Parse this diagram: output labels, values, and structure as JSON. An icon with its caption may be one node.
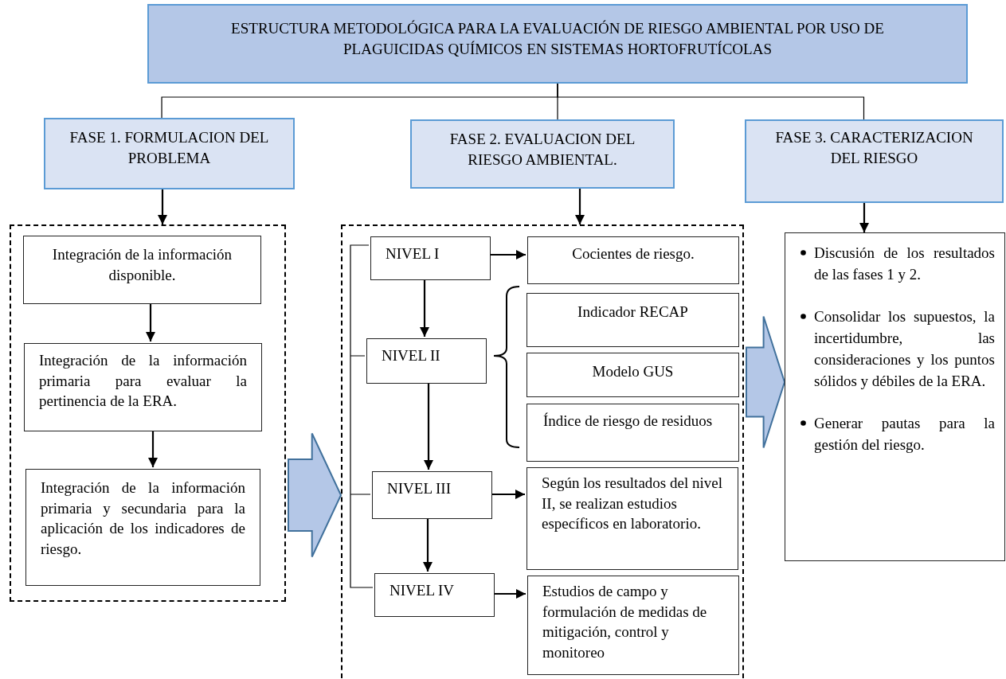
{
  "diagram": {
    "nodes": [
      {
        "text": [
          "ESTRUCTURA METODOLÓGICA PARA LA EVALUACIÓN DE RIESGO AMBIENTAL POR USO DE PLAGUICIDAS QUÍMICOS EN SISTEMAS HORTOFRUTÍCOLAS"
        ]
      },
      {
        "text": [
          "FASE 1. FORMULACION DEL PROBLEMA"
        ]
      },
      {
        "text": [
          "FASE 2. EVALUACION DEL RIESGO AMBIENTAL."
        ]
      },
      {
        "text": [
          "FASE 3. CARACTERIZACION DEL RIESGO"
        ]
      },
      {
        "text": [],
        "shape": "box"
      },
      {
        "text": [
          "Integración de la información disponible."
        ],
        "in": 4
      },
      {
        "text": [
          "Integración de la información primaria para evaluar la pertinencia de la ERA."
        ],
        "in": 4
      },
      {
        "text": [
          "Integración de la información primaria y secundaria para la aplicación de los indicadores de riesgo."
        ],
        "in": 4
      },
      {
        "text": [],
        "shape": "box"
      },
      {
        "text": [
          "NIVEL I"
        ],
        "in": 8
      },
      {
        "text": [
          "Cocientes de riesgo."
        ],
        "in": 8
      },
      {
        "text": [
          "NIVEL II"
        ],
        "in": 8
      },
      {
        "text": [
          "Indicador RECAP"
        ],
        "in": 8
      },
      {
        "text": [
          "Modelo GUS"
        ],
        "in": 8
      },
      {
        "text": [
          "Índice de riesgo de residuos"
        ],
        "in": 8
      },
      {
        "text": [
          "NIVEL III"
        ],
        "in": 8
      },
      {
        "text": [
          "Según los resultados del nivel II, se realizan estudios específicos en laboratorio."
        ],
        "in": 8
      },
      {
        "text": [
          "NIVEL IV"
        ],
        "in": 8
      },
      {
        "text": [
          "Estudios de campo y formulación de medidas de mitigación, control y monitoreo"
        ],
        "in": 8
      },
      {
        "text": [
          "Discusión de los resultados de las fases 1 y 2.",
          "Consolidar los supuestos, la incertidumbre, las consideraciones y los puntos sólidos y débiles de la ERA.",
          "Generar pautas para la gestión del riesgo."
        ]
      }
    ],
    "edges": [
      {
        "from": 0,
        "to": 1,
        "arrow": "none"
      },
      {
        "from": 0,
        "to": 2,
        "arrow": "none"
      },
      {
        "from": 0,
        "to": 3,
        "arrow": "none"
      },
      {
        "from": 1,
        "to": 4,
        "arrow": "to"
      },
      {
        "from": 2,
        "to": 8,
        "arrow": "to"
      },
      {
        "from": 3,
        "to": 19,
        "arrow": "to"
      },
      {
        "from": 5,
        "to": 6,
        "arrow": "to"
      },
      {
        "from": 6,
        "to": 7,
        "arrow": "to"
      },
      {
        "from": 9,
        "to": 10,
        "arrow": "to"
      },
      {
        "from": 9,
        "to": 11,
        "arrow": "to"
      },
      {
        "from": 11,
        "to": 15,
        "arrow": "to"
      },
      {
        "from": 15,
        "to": 16,
        "arrow": "to"
      },
      {
        "from": 15,
        "to": 17,
        "arrow": "to"
      },
      {
        "from": 17,
        "to": 18,
        "arrow": "to"
      },
      {
        "from": 4,
        "to": 8,
        "arrow": "to",
        "style": "thick",
        "color": "#b4c7e7"
      },
      {
        "from": 8,
        "to": 19,
        "arrow": "to",
        "style": "thick",
        "color": "#b4c7e7"
      }
    ]
  }
}
